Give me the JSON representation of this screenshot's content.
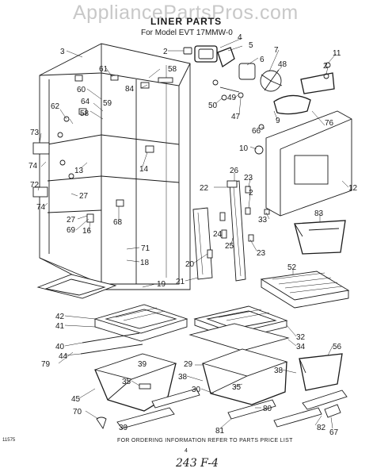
{
  "watermark": "AppliancePartsPros.com",
  "title": "LINER PARTS",
  "subtitle": "For Model EVT 17MMW-0",
  "footer": "FOR ORDERING INFORMATION REFER TO PARTS PRICE LIST",
  "diagram_code": "11575",
  "page_number": "4",
  "handwritten_note": "243 F-4",
  "part_labels": [
    "2",
    "3",
    "4",
    "5",
    "6",
    "7",
    "48",
    "11",
    "2",
    "61",
    "58",
    "60",
    "84",
    "64",
    "59",
    "62",
    "58",
    "50",
    "49",
    "47",
    "76",
    "9",
    "66",
    "10",
    "73",
    "14",
    "13",
    "74",
    "12",
    "26",
    "22",
    "23",
    "2",
    "72",
    "27",
    "74",
    "27",
    "69",
    "16",
    "68",
    "33",
    "83",
    "24",
    "71",
    "25",
    "23",
    "20",
    "52",
    "18",
    "19",
    "21",
    "42",
    "41",
    "40",
    "79",
    "44",
    "32",
    "34",
    "56",
    "39",
    "35",
    "45",
    "70",
    "29",
    "38",
    "35",
    "30",
    "38",
    "80",
    "81",
    "82",
    "67",
    "39"
  ],
  "colors": {
    "ink": "#1a1a1a",
    "watermark": "#c8c8c8",
    "paper": "#ffffff"
  }
}
